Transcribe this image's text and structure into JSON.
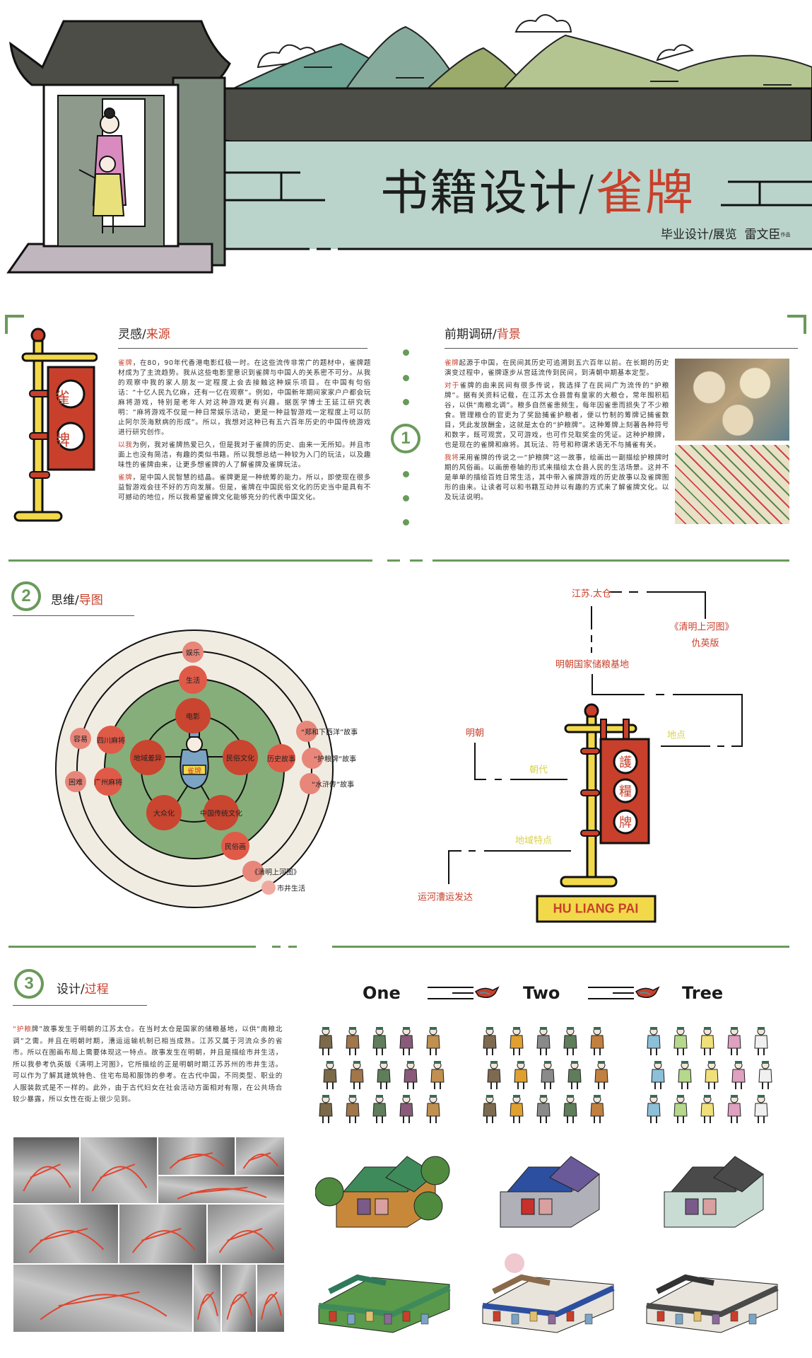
{
  "header": {
    "title_main": "书籍设计/",
    "title_accent": "雀牌",
    "subtitle": "毕业设计/展览",
    "author": "雷文臣",
    "author_suffix": "作品"
  },
  "section1": {
    "number": "1",
    "left": {
      "title_main": "灵感/",
      "title_accent": "来源",
      "sign_chars": [
        "雀",
        "牌"
      ],
      "paragraphs": [
        {
          "lead": "雀牌",
          "text": "，在80，90年代香港电影红极一时。在这些流传非常广的题材中，雀牌题材成为了主流趋势。我从这些电影里意识到雀牌与中国人的关系密不可分。从我的观察中我的家人朋友一定程度上会去接触这种娱乐项目。在中国有句俗话：“十亿人民九亿麻，还有一亿在观察”。例如，中国新年期间家家户户都会玩麻将游戏，特别是老年人对这种游戏更有兴趣。据医学博士王延江研究表明：“麻将游戏不仅是一种日常娱乐活动，更是一种益智游戏一定程度上可以防止阿尔茨海默病的形成”。所以，我想对这种已有五六百年历史的中国传统游戏进行研究创作。"
        },
        {
          "lead": "以我",
          "text": "为例，我对雀牌热爱已久，但是我对于雀牌的历史、由来一无所知。并且市面上也没有简洁，有趣的类似书籍。所以我想总结一种较为入门的玩法，以及趣味性的雀牌由来，让更多想雀牌的人了解雀牌及雀牌玩法。"
        },
        {
          "lead": "雀牌",
          "text": "，是中国人民智慧的结晶。雀牌更是一种统筹的能力。所以，即使现在很多益智游戏会往不好的方向发展。但是，雀牌在中国民俗文化的历史当中是具有不可撼动的地位，所以我希望雀牌文化能够充分的代表中国文化。"
        }
      ]
    },
    "right": {
      "title_main": "前期调研/",
      "title_accent": "背景",
      "paragraphs": [
        {
          "lead": "雀牌",
          "text": "起源于中国，在民间其历史可追溯到五六百年以前。在长期的历史演变过程中，雀牌逐步从宫廷流传到民间，到清朝中期基本定型。"
        },
        {
          "lead": "对于",
          "text": "雀牌的由来民间有很多传说，我选择了在民间广为流传的“护粮牌”。据有关资料记载，在江苏太仓县曾有皇家的大粮仓，常年囤积稻谷，以供“南粮北调”。粮多自然雀患频生，每年因雀患而损失了不少粮食。管理粮仓的官吏为了奖励捕雀护粮者，便以竹制的筹牌记捕雀数目，凭此发放酬金，这就是太仓的“护粮牌”。这种筹牌上刻著各种符号和数字，既可观赏，又可游戏，也可作兑取奖金的凭证。这种护粮牌，也是现在的雀牌和麻将。其玩法、符号和称谓术语无不与捕雀有关。"
        },
        {
          "lead": "我将",
          "text": "采用雀牌的传说之一“护粮牌”这一故事，绘画出一副描绘护粮牌时期的风俗画。以画册卷轴的形式来描绘太仓县人民的生活场景。这并不是单单的描绘百姓日常生活，其中带入雀牌游戏的历史故事以及雀牌图形的由来。让读者可以和书籍互动并以有趣的方式来了解雀牌文化。以及玩法说明。"
        }
      ]
    }
  },
  "section2": {
    "number": "2",
    "title_main": "思维/",
    "title_accent": "导图",
    "mindmap": {
      "center_label": "雀牌",
      "bubbles": [
        {
          "label": "娱乐",
          "level": 3
        },
        {
          "label": "生活",
          "level": 2
        },
        {
          "label": "电影",
          "level": 1
        },
        {
          "label": "地域差异",
          "level": 1
        },
        {
          "label": "民俗文化",
          "level": 1
        },
        {
          "label": "大众化",
          "level": 1
        },
        {
          "label": "中国传统文化",
          "level": 1
        },
        {
          "label": "四川麻将",
          "level": 2
        },
        {
          "label": "广州麻将",
          "level": 2
        },
        {
          "label": "容易",
          "level": 3
        },
        {
          "label": "困难",
          "level": 3
        },
        {
          "label": "历史故事",
          "level": 2
        },
        {
          "label": "“郑和下西洋”故事",
          "level": 3
        },
        {
          "label": "“护粮牌”故事",
          "level": 3
        },
        {
          "label": "“水浒传”故事",
          "level": 3
        },
        {
          "label": "民俗画",
          "level": 2
        },
        {
          "label": "《清明上河图》",
          "level": 3
        },
        {
          "label": "市井生活",
          "level": 4
        }
      ]
    },
    "diagram": {
      "sign_chars": [
        "護",
        "糧",
        "牌"
      ],
      "name_plate": "HU LIANG PAI",
      "labels": {
        "place": "江苏.太仓",
        "painting": "《清明上河图》",
        "painting_version": "仇英版",
        "granary": "明朝国家储粮基地",
        "dynasty_value": "明朝",
        "dynasty": "朝代",
        "location": "地点",
        "regional": "地域特点",
        "canal": "运河漕运发达"
      }
    }
  },
  "section3": {
    "number": "3",
    "title_main": "设计/",
    "title_accent": "过程",
    "paragraph": {
      "lead": "“护粮",
      "text": "牌”故事发生于明朝的江苏太仓。在当时太仓是国家的储粮基地，以供“南粮北调”之需。并且在明朝时期，漕运运输机制已相当成熟。江苏又属于河流众多的省市。所以在图画布局上需要体现这一特点。故事发生在明朝，并且是描绘市井生活，所以我参考仇英版《清明上河图》，它所描绘的正是明朝时期江苏苏州的市井生活。可以作为了解其建筑特色、住宅布局和服饰的参考。在古代中国，不同类型、职业的人服装款式是不一样的。此外，由于古代妇女在社会活动方面相对有限，在公共场合较少暴露，所以女性在街上很少见到。"
    },
    "stages": [
      "One",
      "Two",
      "Tree"
    ],
    "separator_icon": "bird-icon"
  },
  "colors": {
    "accent_red": "#c8402b",
    "green": "#6a9a5a",
    "wall": "#bad4cb",
    "roof": "#4d4d47",
    "sign_yellow": "#f2d94a"
  }
}
